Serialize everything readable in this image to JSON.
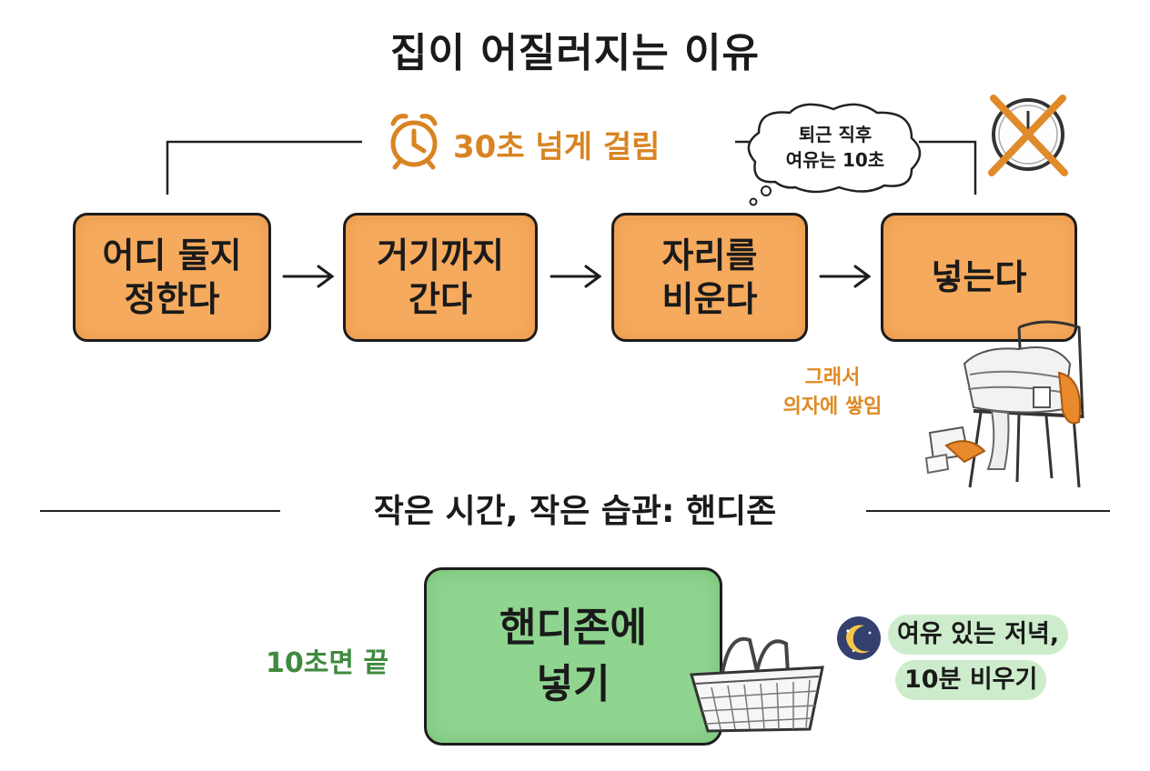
{
  "title": "집이 어질러지는 이유",
  "timer": {
    "label": "30초 넘게 걸림",
    "icon": "alarm-clock-icon"
  },
  "thought": {
    "line1": "퇴근 직후",
    "line2": "여유는 10초"
  },
  "steps": [
    {
      "line1": "어디 둘지",
      "line2": "정한다"
    },
    {
      "line1": "거기까지",
      "line2": "간다"
    },
    {
      "line1": "자리를",
      "line2": "비운다"
    },
    {
      "line1": "넣는다",
      "line2": ""
    }
  ],
  "chair_note": {
    "line1": "그래서",
    "line2": "의자에 쌓임"
  },
  "section_title": "작은 시간, 작은 습관: 핸디존",
  "handy": {
    "line1": "핸디존에",
    "line2": "넣기"
  },
  "ten_sec": "10초면 끝",
  "evening": {
    "line1": "여유 있는 저녁,",
    "line2": "10분 비우기",
    "icon": "moon-icon"
  },
  "colors": {
    "orange_box": "#f6aa5e",
    "orange_text": "#d98422",
    "green_box": "#8fd48f",
    "green_text": "#3f8a3f",
    "pill": "#cdeccc"
  }
}
